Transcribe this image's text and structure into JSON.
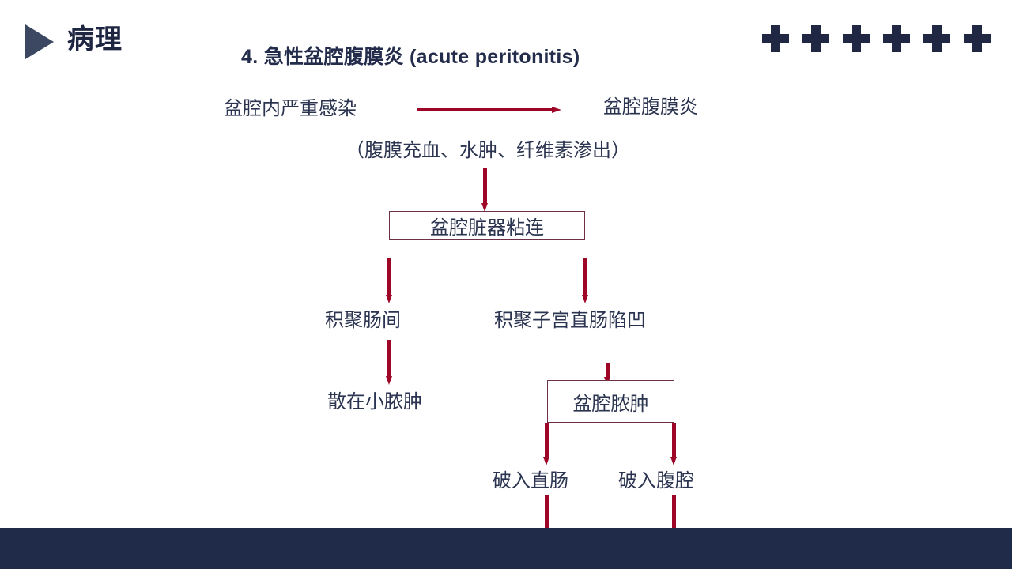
{
  "header": {
    "section_label": "病理",
    "logo_icon": "play-triangle-icon",
    "title": "4.  急性盆腔腹膜炎 (acute peritonitis)",
    "decor_icon": "plus-cross-icon",
    "decor_count": 6
  },
  "colors": {
    "brand_navy": "#202a49",
    "title_navy": "#232c4b",
    "arrow_red": "#9e0628",
    "box_border": "#6d3048",
    "logo_slate": "#3c4861",
    "page_background": "#ffffff"
  },
  "flow": {
    "nodes": [
      {
        "id": "n1",
        "label": "盆腔内严重感染",
        "boxed": false
      },
      {
        "id": "n2",
        "label": "盆腔腹膜炎",
        "boxed": false
      },
      {
        "id": "n3",
        "label": "（腹膜充血、水肿、纤维素渗出）",
        "boxed": false
      },
      {
        "id": "n4",
        "label": "盆腔脏器粘连",
        "boxed": true
      },
      {
        "id": "n5",
        "label": "积聚肠间",
        "boxed": false
      },
      {
        "id": "n6",
        "label": "积聚子宫直肠陷凹",
        "boxed": false
      },
      {
        "id": "n7",
        "label": "散在小脓肿",
        "boxed": false
      },
      {
        "id": "n8",
        "label": "盆腔脓肿",
        "boxed": true
      },
      {
        "id": "n9",
        "label": "破入直肠",
        "boxed": false
      },
      {
        "id": "n10",
        "label": "破入腹腔",
        "boxed": false
      }
    ],
    "arrows": [
      {
        "id": "a1",
        "icon": "arrow-right-icon",
        "from": "n1",
        "to": "n2"
      },
      {
        "id": "a2",
        "icon": "arrow-down-icon",
        "from": "n3",
        "to": "n4"
      },
      {
        "id": "a3",
        "icon": "arrow-down-icon",
        "from": "n4",
        "to": "n5"
      },
      {
        "id": "a4",
        "icon": "arrow-down-icon",
        "from": "n4",
        "to": "n6"
      },
      {
        "id": "a5",
        "icon": "arrow-down-icon",
        "from": "n5",
        "to": "n7"
      },
      {
        "id": "a6",
        "icon": "arrow-down-icon",
        "from": "n6",
        "to": "n8"
      },
      {
        "id": "a7",
        "icon": "arrow-down-icon",
        "from": "n8",
        "to": "n9"
      },
      {
        "id": "a8",
        "icon": "arrow-down-icon",
        "from": "n8",
        "to": "n10"
      },
      {
        "id": "a9",
        "icon": "arrow-down-icon",
        "from": "n9",
        "to": "offslide"
      },
      {
        "id": "a10",
        "icon": "arrow-down-icon",
        "from": "n10",
        "to": "offslide"
      }
    ]
  }
}
